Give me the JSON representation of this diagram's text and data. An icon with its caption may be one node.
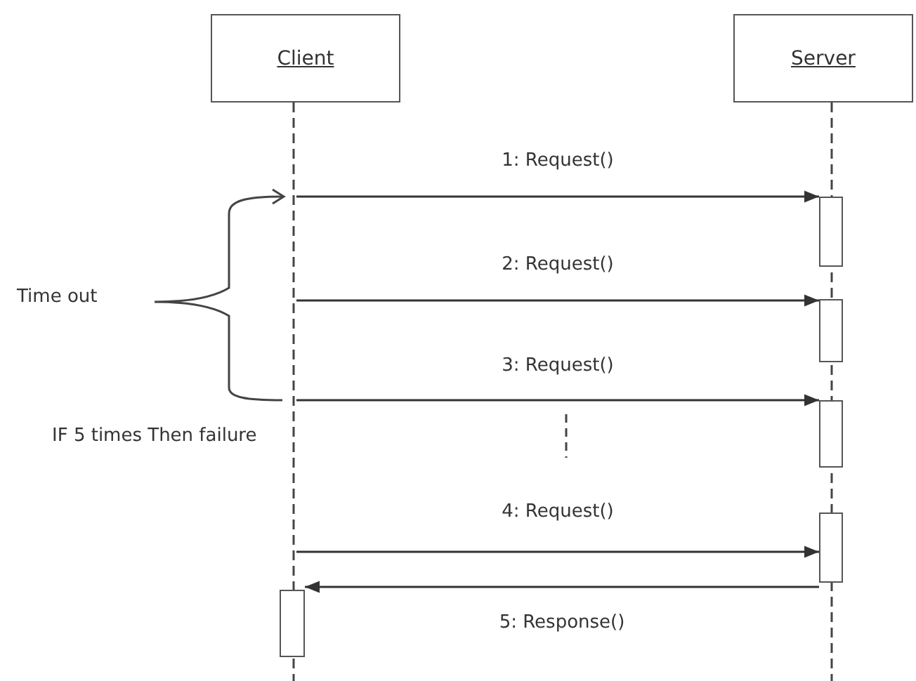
{
  "diagram": {
    "nodes": [
      {
        "text": [
          "Client"
        ]
      },
      {
        "text": [
          "Server"
        ]
      },
      {
        "text": [],
        "shape": "bar"
      },
      {
        "text": [],
        "shape": "bar"
      },
      {
        "text": [],
        "shape": "bar"
      },
      {
        "text": [],
        "shape": "bar"
      },
      {
        "text": [],
        "shape": "bar"
      }
    ],
    "edges": [
      {
        "from": null,
        "to": 2,
        "arrow": "to",
        "label": "1: Request()"
      },
      {
        "from": null,
        "to": 3,
        "arrow": "to",
        "label": "2: Request()"
      },
      {
        "from": null,
        "to": 4,
        "arrow": "to",
        "label": "3: Request()"
      },
      {
        "from": null,
        "to": 5,
        "arrow": "to",
        "label": "4: Request()"
      },
      {
        "from": 5,
        "to": 6,
        "arrow": "to",
        "label": "5: Response()"
      }
    ],
    "labels": [
      "Time out",
      "IF 5 times Then failure"
    ]
  }
}
